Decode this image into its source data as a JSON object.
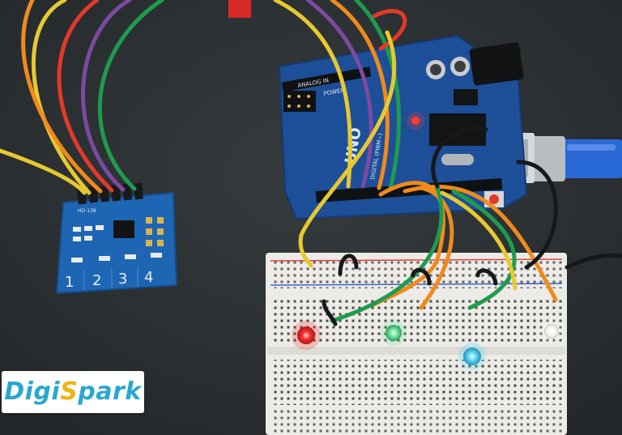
{
  "scene": {
    "description_kind": "photo",
    "colors": {
      "table": "#2c3033",
      "arduino_board": "#1d4e98",
      "touch_module": "#1e66b3",
      "breadboard": "#ecebe7",
      "usb_cable": "#2a6ad6",
      "wire_yellow": "#e6c931",
      "wire_orange": "#f08a1c",
      "wire_green": "#1f9b4e",
      "wire_black": "#16181a",
      "wire_red": "#e23a2a",
      "wire_purple": "#7c4aa0",
      "led_red": "#f0332b",
      "led_green": "#5fe08f",
      "led_blue": "#55d4f2",
      "led_white": "#f4f4ee"
    }
  },
  "touch_module": {
    "silk_label": "HD-138",
    "pads": [
      "1",
      "2",
      "3",
      "4"
    ]
  },
  "arduino": {
    "board_text": "UNO",
    "power_header_label": "POWER",
    "analog_header_label": "ANALOG IN",
    "digital_label": "DIGITAL (PWM~)"
  },
  "logo": {
    "part1": "Digi",
    "part2": "S",
    "part3": "park",
    "brand_color": "#2ba7cf",
    "accent_color": "#f2b311"
  }
}
